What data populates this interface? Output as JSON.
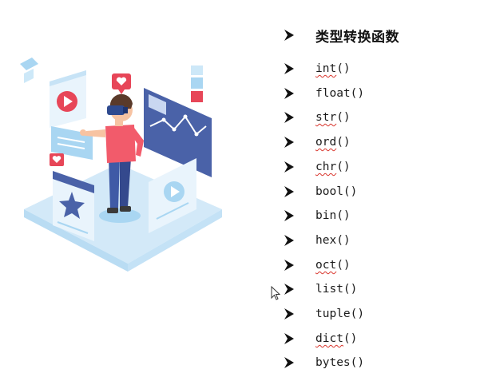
{
  "slide": {
    "heading": "类型转换函数",
    "functions": [
      {
        "name": "int",
        "parens": "()",
        "spellcheck": true
      },
      {
        "name": "float",
        "parens": "()",
        "spellcheck": false
      },
      {
        "name": "str",
        "parens": "()",
        "spellcheck": true
      },
      {
        "name": "ord",
        "parens": "()",
        "spellcheck": true
      },
      {
        "name": "chr",
        "parens": "()",
        "spellcheck": true
      },
      {
        "name": "bool",
        "parens": "()",
        "spellcheck": false
      },
      {
        "name": "bin",
        "parens": "()",
        "spellcheck": false
      },
      {
        "name": "hex",
        "parens": "()",
        "spellcheck": false
      },
      {
        "name": "oct",
        "parens": "()",
        "spellcheck": true
      },
      {
        "name": "list",
        "parens": "()",
        "spellcheck": false
      },
      {
        "name": "tuple",
        "parens": "()",
        "spellcheck": false
      },
      {
        "name": "dict",
        "parens": "()",
        "spellcheck": true
      },
      {
        "name": "bytes",
        "parens": "()",
        "spellcheck": false
      }
    ]
  },
  "colors": {
    "platform": "#d3e9f8",
    "panel_blue": "#4a62a8",
    "accent_red": "#e74658",
    "shirt": "#f25b6b",
    "pants": "#3f5aa6",
    "light_blue": "#a9d6f2",
    "squiggle": "#d8342b"
  },
  "icons": [
    "bullet-arrow-icon",
    "heart-icon",
    "play-icon",
    "star-icon",
    "mouse-cursor-icon"
  ]
}
